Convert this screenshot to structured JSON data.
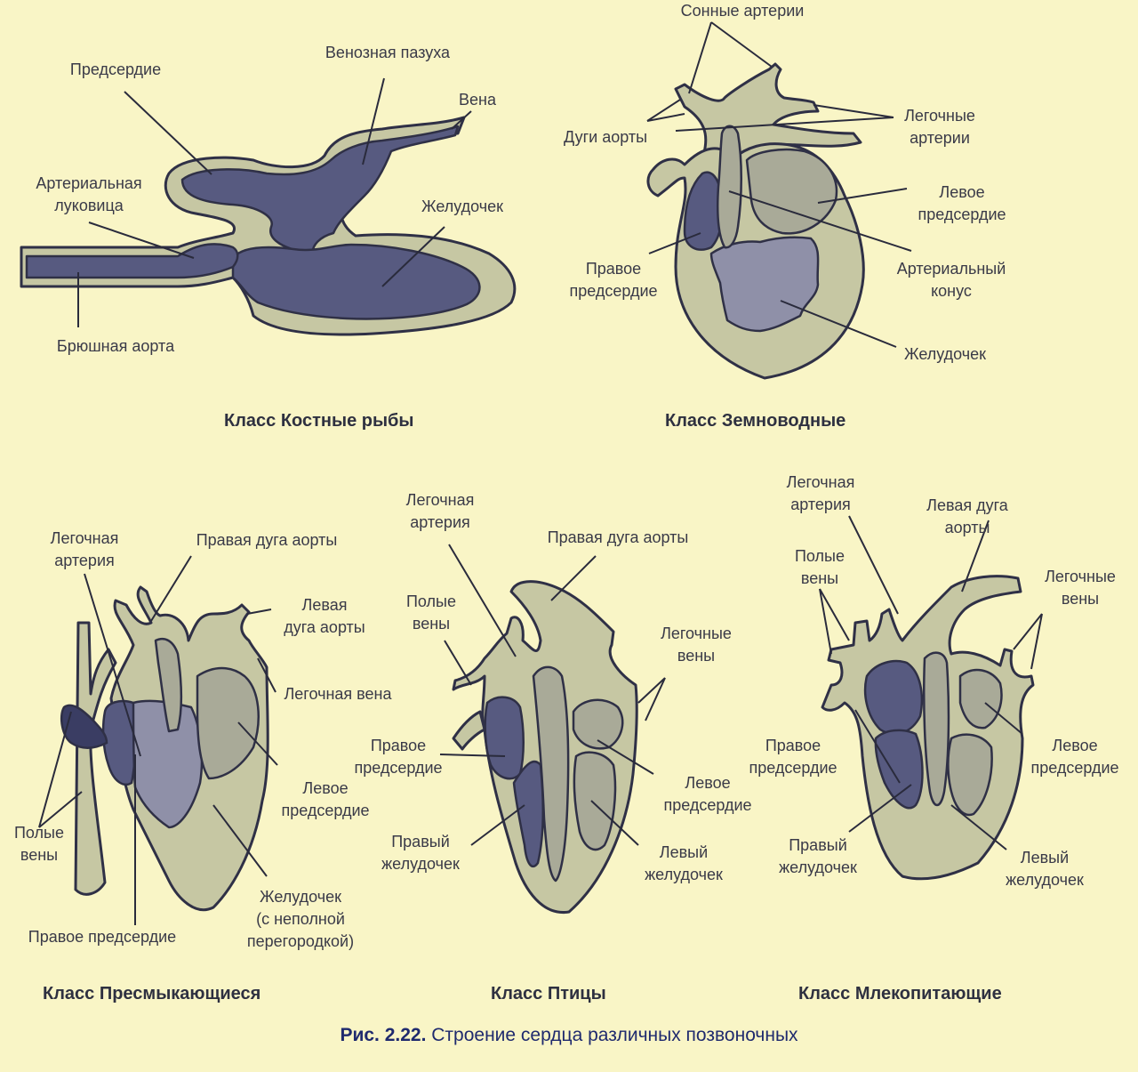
{
  "fish": {
    "title": "Класс Костные рыбы",
    "labels": {
      "atrium": "Предсердие",
      "venous_sinus": "Венозная пазуха",
      "vein": "Вена",
      "bulb": "Артериальная\nлуковица",
      "ventricle": "Желудочек",
      "ventral_aorta": "Брюшная аорта"
    }
  },
  "amphibian": {
    "title": "Класс Земноводные",
    "labels": {
      "carotid": "Сонные артерии",
      "aortic_arches": "Дуги аорты",
      "pulmonary_arteries": "Легочные\nартерии",
      "left_atrium": "Левое\nпредсердие",
      "right_atrium": "Правое\nпредсердие",
      "conus": "Артериальный\nконус",
      "ventricle": "Желудочек"
    }
  },
  "reptile": {
    "title": "Класс Пресмыкающиеся",
    "labels": {
      "pulmonary_artery": "Легочная\nартерия",
      "right_arch": "Правая дуга аорты",
      "left_arch": "Левая\nдуга аорты",
      "pulmonary_vein": "Легочная вена",
      "left_atrium": "Левое\nпредсердие",
      "venae_cavae": "Полые\nвены",
      "ventricle": "Желудочек\n(с неполной\nперегородкой)",
      "right_atrium": "Правое предсердие"
    }
  },
  "bird": {
    "title": "Класс Птицы",
    "labels": {
      "pulmonary_artery": "Легочная\nартерия",
      "right_arch": "Правая дуга аорты",
      "venae_cavae": "Полые\nвены",
      "pulmonary_veins": "Легочные\nвены",
      "right_atrium": "Правое\nпредсердие",
      "left_atrium": "Левое\nпредсердие",
      "right_ventricle": "Правый\nжелудочек",
      "left_ventricle": "Левый\nжелудочек"
    }
  },
  "mammal": {
    "title": "Класс Млекопитающие",
    "labels": {
      "pulmonary_artery": "Легочная\nартерия",
      "left_arch": "Левая дуга\nаорты",
      "venae_cavae": "Полые\nвены",
      "pulmonary_veins": "Легочные\nвены",
      "right_atrium": "Правое\nпредсердие",
      "left_atrium": "Левое\nпредсердие",
      "right_ventricle": "Правый\nжелудочек",
      "left_ventricle": "Левый\nжелудочек"
    }
  },
  "caption": {
    "prefix": "Рис. 2.22.",
    "text": " Строение сердца различных позвоночных"
  },
  "colors": {
    "background": "#f9f5c6",
    "wall": "#c6c7a3",
    "venous_blood": "#575a80",
    "mixed_blood": "#8f90a8",
    "outline": "#2f3046"
  }
}
